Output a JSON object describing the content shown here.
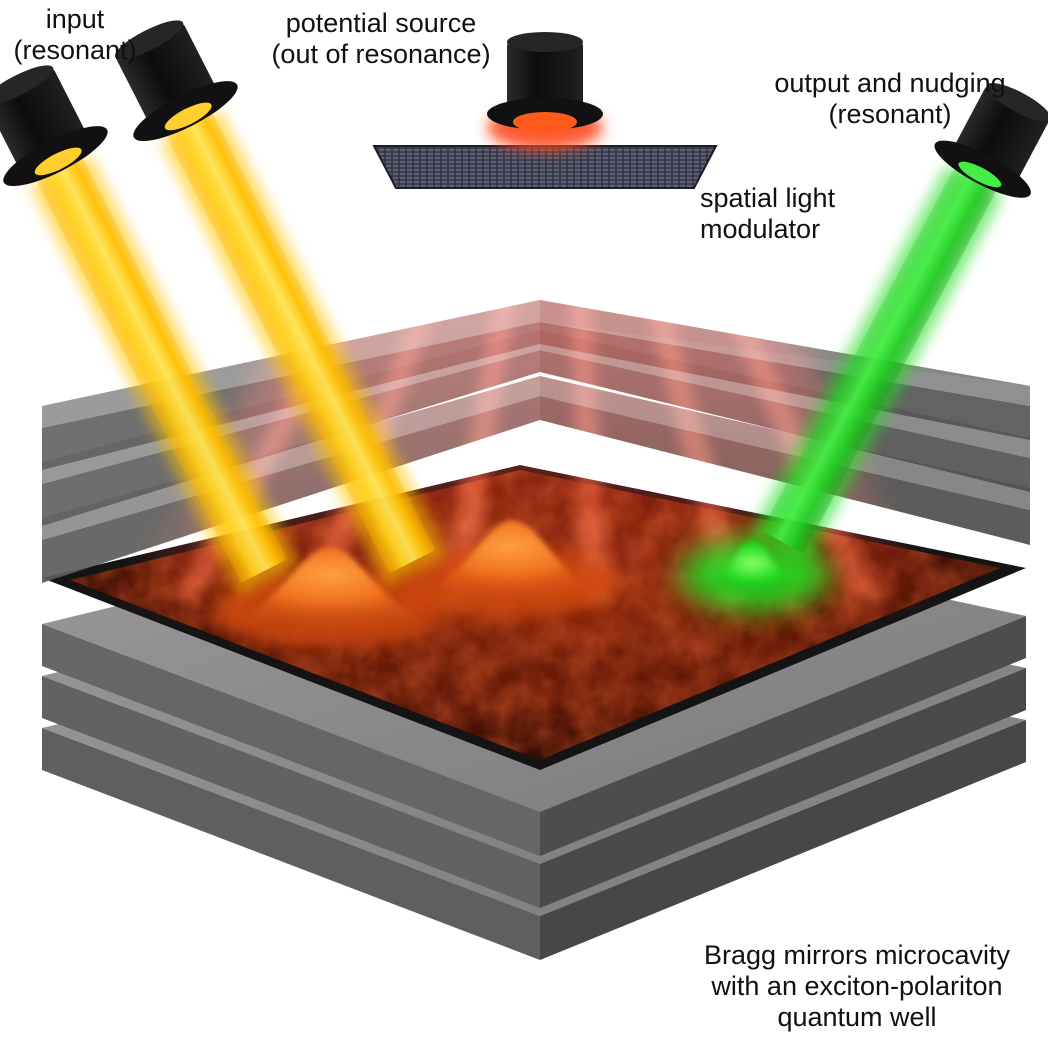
{
  "labels": {
    "input": [
      "input",
      "(resonant)"
    ],
    "potential_source": [
      "potential source",
      "(out of resonance)"
    ],
    "output": [
      "output and nudging",
      "(resonant)"
    ],
    "slm": [
      "spatial light",
      "modulator"
    ],
    "bragg": [
      "Bragg mirrors microcavity",
      "with an exciton-polariton",
      "quantum well"
    ]
  },
  "colors": {
    "input_beam": "#ffcc22",
    "potential_beam": "#ff2a10",
    "output_beam": "#33dd33",
    "mirror_top": "#8a8a8a",
    "mirror_side": "#5a5a5a",
    "hat": "#141414",
    "quantum_well": "#6a1a08",
    "condensate": "#f07a20",
    "label_text": "#111111"
  },
  "icons": [
    "top-hat-light-source-icon",
    "spatial-light-modulator-grid-icon"
  ]
}
